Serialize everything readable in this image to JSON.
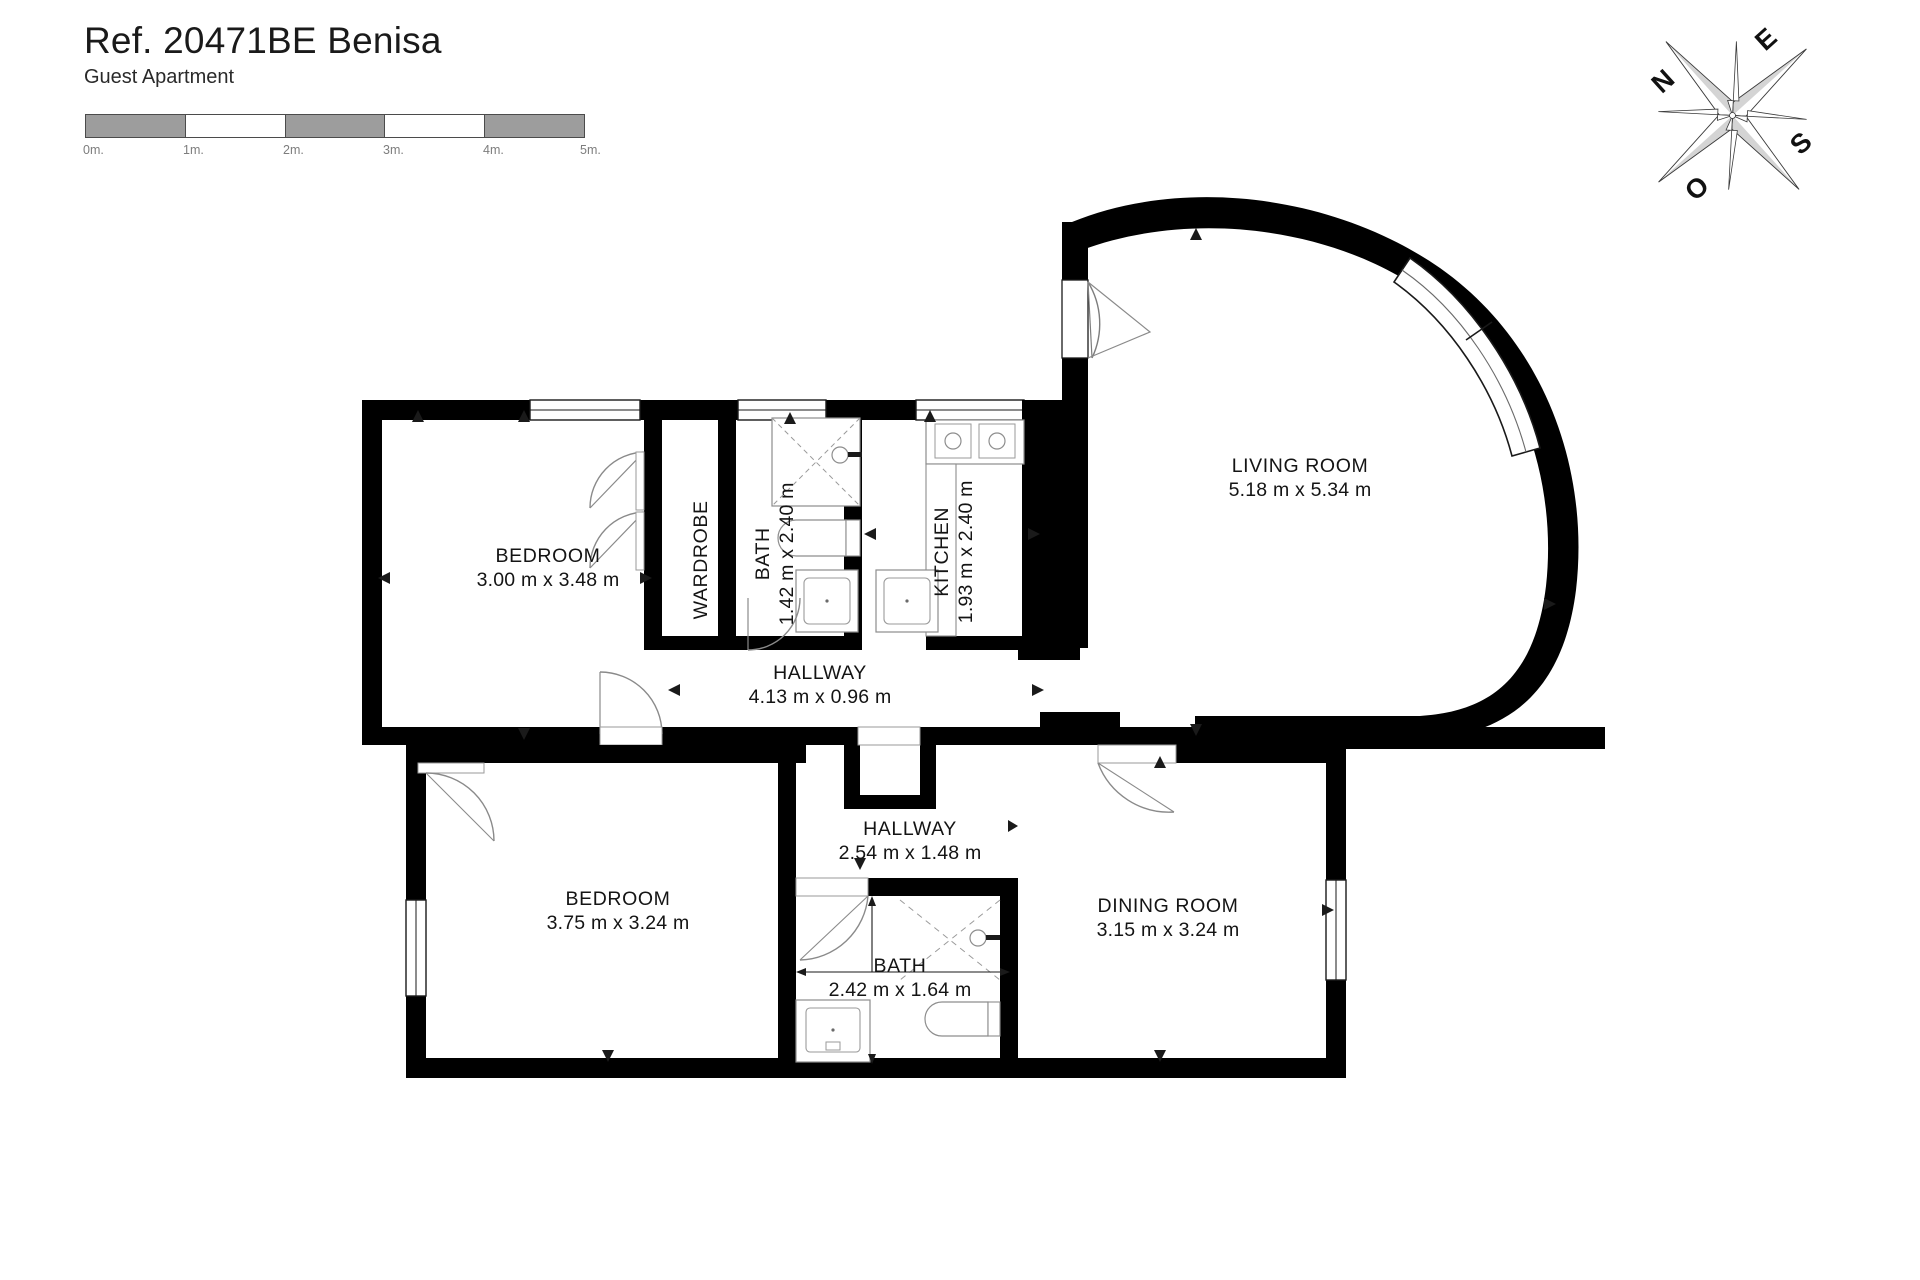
{
  "header": {
    "title": "Ref. 20471BE Benisa",
    "subtitle": "Guest Apartment"
  },
  "scale_bar": {
    "unit": "m.",
    "ticks": [
      "0m.",
      "1m.",
      "2m.",
      "3m.",
      "4m.",
      "5m."
    ],
    "segments": [
      "filled",
      "empty",
      "filled",
      "empty",
      "filled"
    ],
    "fill_color": "#9d9d9d",
    "border_color": "#4b4b4b"
  },
  "compass": {
    "north_label": "N",
    "east_label": "E",
    "south_label": "S",
    "west_label": "O"
  },
  "colors": {
    "wall": "#000000",
    "paper": "#ffffff",
    "fixture_line": "#9a9a9a",
    "text": "#141414"
  },
  "rooms": [
    {
      "id": "bedroom_1",
      "name": "BEDROOM",
      "dims": "3.00 m x 3.48 m",
      "orientation": "horizontal"
    },
    {
      "id": "wardrobe",
      "name": "WARDROBE",
      "dims": "",
      "orientation": "vertical"
    },
    {
      "id": "bath_1",
      "name": "BATH",
      "dims": "1.42 m x 2.40 m",
      "orientation": "vertical"
    },
    {
      "id": "kitchen",
      "name": "KITCHEN",
      "dims": "1.93 m x 2.40 m",
      "orientation": "vertical"
    },
    {
      "id": "living",
      "name": "LIVING ROOM",
      "dims": "5.18 m x 5.34 m",
      "orientation": "horizontal"
    },
    {
      "id": "hallway_1",
      "name": "HALLWAY",
      "dims": "4.13 m x 0.96 m",
      "orientation": "horizontal"
    },
    {
      "id": "hallway_2",
      "name": "HALLWAY",
      "dims": "2.54 m x 1.48 m",
      "orientation": "horizontal"
    },
    {
      "id": "bedroom_2",
      "name": "BEDROOM",
      "dims": "3.75 m x 3.24 m",
      "orientation": "horizontal"
    },
    {
      "id": "bath_2",
      "name": "BATH",
      "dims": "2.42 m x 1.64 m",
      "orientation": "horizontal"
    },
    {
      "id": "dining",
      "name": "DINING ROOM",
      "dims": "3.15 m x 3.24 m",
      "orientation": "horizontal"
    }
  ]
}
